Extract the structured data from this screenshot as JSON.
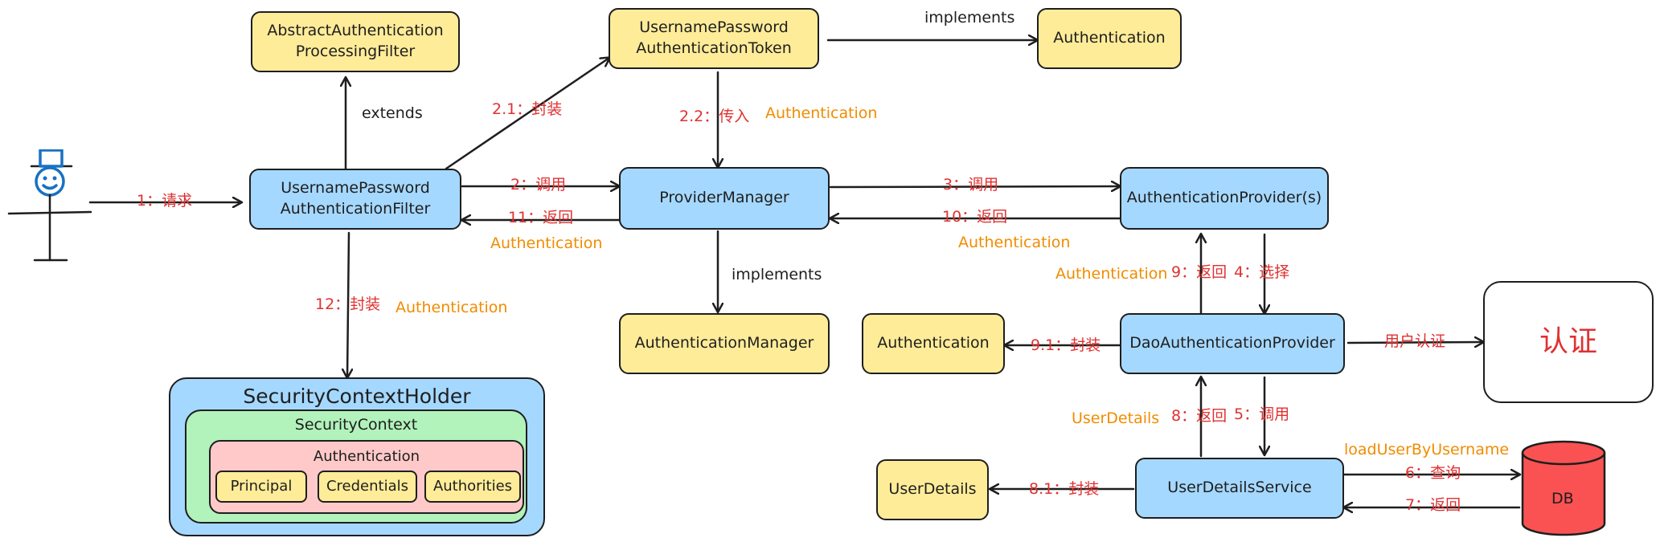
{
  "nodes": {
    "abstract_filter": "AbstractAuthentication\nProcessingFilter",
    "token": "UsernamePassword\nAuthenticationToken",
    "authentication_top": "Authentication",
    "filter": "UsernamePassword\nAuthenticationFilter",
    "provider_manager": "ProviderManager",
    "auth_providers": "AuthenticationProvider(s)",
    "auth_manager": "AuthenticationManager",
    "authentication_mid": "Authentication",
    "dao_provider": "DaoAuthenticationProvider",
    "auth_box": "认证",
    "user_details": "UserDetails",
    "user_details_service": "UserDetailsService",
    "db": "DB",
    "security_context_holder": "SecurityContextHolder",
    "security_context": "SecurityContext",
    "authentication_inner": "Authentication",
    "principal": "Principal",
    "credentials": "Credentials",
    "authorities": "Authorities"
  },
  "labels": {
    "implements_top": "implements",
    "extends": "extends",
    "step_2_1": "2.1：封装",
    "step_2_2": "2.2：传入",
    "step_2_2_obj": "Authentication",
    "step_1": "1：请求",
    "step_2": "2：调用",
    "step_11": "11：返回",
    "step_11_obj": "Authentication",
    "step_3": "3：调用",
    "step_10": "10：返回",
    "step_10_obj": "Authentication",
    "implements_mid": "implements",
    "step_9_obj": "Authentication",
    "step_9": "9：返回",
    "step_4": "4：选择",
    "step_12": "12：封装",
    "step_12_obj": "Authentication",
    "step_9_1": "9.1：封装",
    "user_auth": "用户认证",
    "step_8_obj": "UserDetails",
    "step_8": "8：返回",
    "step_5": "5：调用",
    "load_user": "loadUserByUsername",
    "step_6": "6：查询",
    "step_7": "7：返回",
    "step_8_1": "8.1：封装"
  },
  "colors": {
    "yellow": "#ffec99",
    "blue": "#a5d8ff",
    "green": "#b2f2bb",
    "pink": "#ffc9c9",
    "db_red": "#fa5252",
    "label_red": "#e03131",
    "label_orange": "#f08c00",
    "stick_figure": "#1971c2"
  }
}
